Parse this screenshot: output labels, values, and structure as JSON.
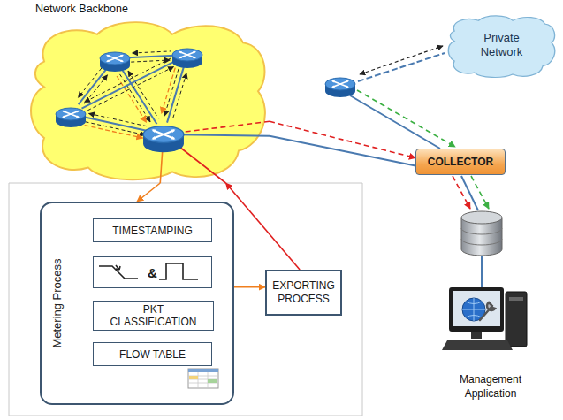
{
  "diagram": {
    "nodes": [
      {
        "text": [
          "Network Backbone"
        ]
      },
      {
        "text": [
          "Private Network"
        ]
      },
      {
        "text": [
          "COLLECTOR"
        ]
      },
      {
        "text": [
          "Metering Process"
        ]
      },
      {
        "text": [
          "TIMESTAMPING"
        ],
        "in": 3
      },
      {
        "text": [
          "&"
        ],
        "in": 3
      },
      {
        "text": [
          "PKT CLASSIFICATION"
        ],
        "in": 3
      },
      {
        "text": [
          "FLOW TABLE"
        ],
        "in": 3
      },
      {
        "text": [
          "EXPORTING PROCESS"
        ]
      },
      {
        "text": [
          "Management Application"
        ]
      }
    ],
    "edges": [
      {
        "from": 0,
        "to": 3,
        "arrow": "to"
      },
      {
        "from": 3,
        "to": 8,
        "arrow": "to"
      },
      {
        "from": 8,
        "to": 0,
        "arrow": "to"
      },
      {
        "from": 0,
        "to": 2,
        "arrow": "to"
      },
      {
        "from": 0,
        "to": 2,
        "arrow": "none"
      }
    ]
  }
}
